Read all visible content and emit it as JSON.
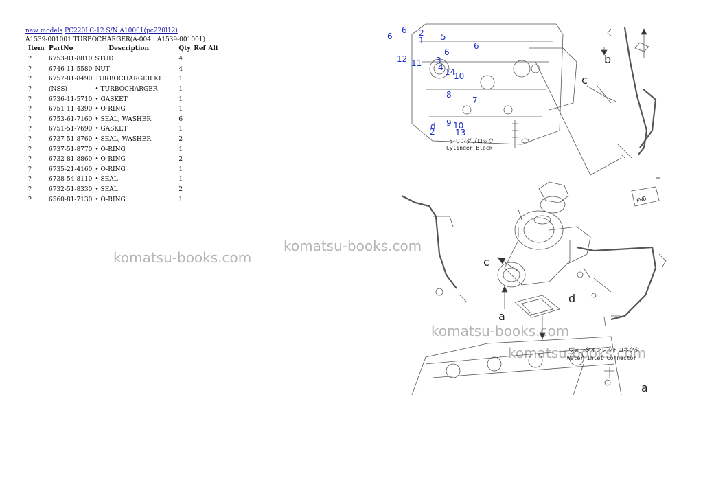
{
  "breadcrumb": {
    "link1": "new models",
    "link2": "PC220LC-12 S/N A10001(pc220l12)"
  },
  "subtitle": "A1539-001001 TURBOCHARGER(A-004 : A1539-001001)",
  "table": {
    "headers": [
      "Item",
      "PartNo",
      "Description",
      "Qty",
      "Ref",
      "Alt"
    ],
    "rows": [
      {
        "item": "?",
        "part": "6753-81-8810",
        "desc": "STUD",
        "qty": "4"
      },
      {
        "item": "?",
        "part": "6746-11-5580",
        "desc": "NUT",
        "qty": "4"
      },
      {
        "item": "?",
        "part": "6757-81-8490",
        "desc": "TURBOCHARGER KIT",
        "qty": "1"
      },
      {
        "item": "?",
        "part": "(NSS)",
        "desc": "• TURBOCHARGER",
        "qty": "1"
      },
      {
        "item": "?",
        "part": "6736-11-5710",
        "desc": "• GASKET",
        "qty": "1"
      },
      {
        "item": "?",
        "part": "6751-11-4390",
        "desc": "• O-RING",
        "qty": "1"
      },
      {
        "item": "?",
        "part": "6753-61-7160",
        "desc": "• SEAL, WASHER",
        "qty": "6"
      },
      {
        "item": "?",
        "part": "6751-51-7690",
        "desc": "• GASKET",
        "qty": "1"
      },
      {
        "item": "?",
        "part": "6737-51-8760",
        "desc": "• SEAL, WASHER",
        "qty": "2"
      },
      {
        "item": "?",
        "part": "6737-51-8770",
        "desc": "• O-RING",
        "qty": "1"
      },
      {
        "item": "?",
        "part": "6732-81-8860",
        "desc": "• O-RING",
        "qty": "2"
      },
      {
        "item": "?",
        "part": "6735-21-4160",
        "desc": "• O-RING",
        "qty": "1"
      },
      {
        "item": "?",
        "part": "6738-54-8110",
        "desc": "• SEAL",
        "qty": "1"
      },
      {
        "item": "?",
        "part": "6732-51-8330",
        "desc": "• SEAL",
        "qty": "2"
      },
      {
        "item": "?",
        "part": "6560-81-7130",
        "desc": "• O-RING",
        "qty": "1"
      }
    ]
  },
  "watermark": "komatsu-books.com",
  "diagram": {
    "callouts": [
      "6",
      "6",
      "2",
      "1",
      "5",
      "6",
      "6",
      "3",
      "12",
      "11",
      "4",
      "14",
      "10",
      "8",
      "7",
      "9",
      "10",
      "13",
      "d",
      "2"
    ],
    "letters": [
      "b",
      "c",
      "c",
      "d",
      "a",
      "a"
    ],
    "cylinder_block_jp": "シリンダブロック",
    "cylinder_block_en": "Cylinder Block",
    "water_inlet_jp": "ウォータインレットコネクタ",
    "water_inlet_en": "Water Inlet Connector",
    "fwd_label": "FWD",
    "small_ref": "mm"
  }
}
